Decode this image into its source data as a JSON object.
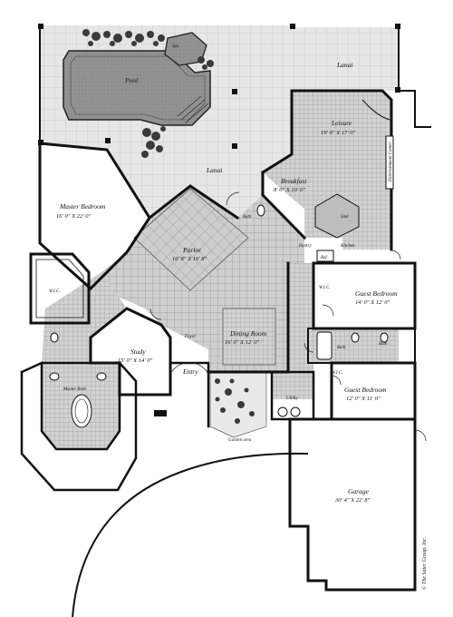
{
  "plan": {
    "copyright": "© The Sater Group, Inc.",
    "colors": {
      "wall": "#111111",
      "tile": "#cfcfcf",
      "tile_dark": "#9a9a9a",
      "terrace": "#e6e6e6",
      "water": "#8f8f8f",
      "foliage": "#3a3a3a"
    },
    "rooms": {
      "pool": {
        "name": "Pool"
      },
      "spa": {
        "name": "Spa"
      },
      "lanai_top": {
        "name": "Lanai"
      },
      "lanai_mid": {
        "name": "Lanai"
      },
      "leisure": {
        "name": "Leisure",
        "dims": "19' 0\" X 17' 0\""
      },
      "breakfast": {
        "name": "Breakfast",
        "dims": "8' 0\" X 10' 0\""
      },
      "kitchen": {
        "name": "Kitchen"
      },
      "pantry": {
        "name": "Pantry"
      },
      "bath_kitchen": {
        "name": "Bath"
      },
      "master_bedroom": {
        "name": "Master Bedroom",
        "dims": "16' 0\" X 22' 0\""
      },
      "parlor": {
        "name": "Parlor",
        "dims": "16' 8\" X 16' 8\""
      },
      "wic_master": {
        "name": "W.I.C."
      },
      "study": {
        "name": "Study",
        "dims": "15' 0\" X 14' 0\""
      },
      "foyer": {
        "name": "Foyer"
      },
      "dining_room": {
        "name": "Dining Room",
        "dims": "16' 0\" X 12' 0\""
      },
      "entry": {
        "name": "Entry"
      },
      "master_bath": {
        "name": "Master Bath"
      },
      "garden_area": {
        "name": "Garden area"
      },
      "utility": {
        "name": "Utility"
      },
      "guest_bedroom_1": {
        "name": "Guest Bedroom",
        "dims": "14' 0\" X 12' 0\""
      },
      "guest_bedroom_2": {
        "name": "Guest Bedroom",
        "dims": "12' 0\" X 11' 0\""
      },
      "wic_guest_1": {
        "name": "W.I.C."
      },
      "wic_guest_2": {
        "name": "W.I.C."
      },
      "bath_guest_1": {
        "name": "Bath"
      },
      "bath_guest_2": {
        "name": "Bath"
      },
      "garage": {
        "name": "Garage",
        "dims": "30' 4\" X 22' 8\""
      },
      "entertainment_center": {
        "name": "Entertainment Center"
      },
      "refrigerator": {
        "name": "Ref."
      },
      "sink": {
        "name": "Sink"
      }
    }
  }
}
